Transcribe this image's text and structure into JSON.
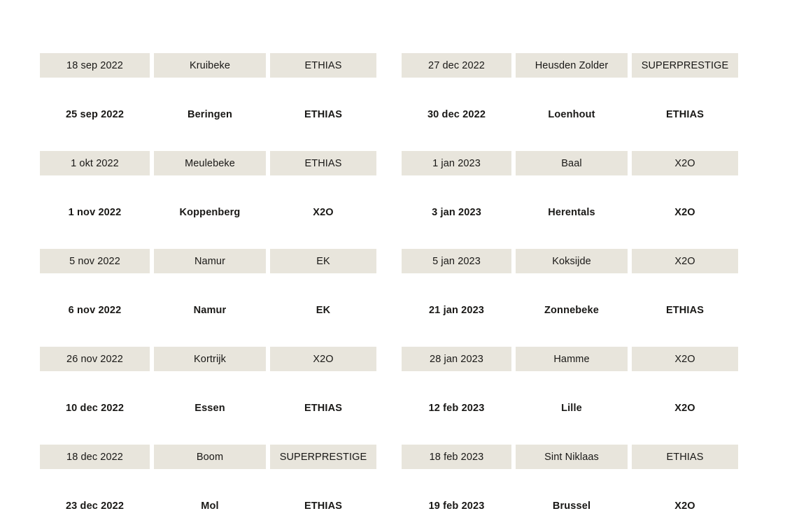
{
  "page": {
    "background_color": "#ffffff",
    "band_color": "#e8e5dc",
    "text_color": "#191816"
  },
  "columns": [
    "date",
    "location",
    "competition"
  ],
  "tables": [
    {
      "id": "left",
      "rows": [
        {
          "style": "shaded",
          "date": "18 sep 2022",
          "location": "Kruibeke",
          "competition": "ETHIAS"
        },
        {
          "style": "plain",
          "date": "25 sep 2022",
          "location": "Beringen",
          "competition": "ETHIAS"
        },
        {
          "style": "shaded",
          "date": "1 okt 2022",
          "location": "Meulebeke",
          "competition": "ETHIAS"
        },
        {
          "style": "plain",
          "date": "1 nov 2022",
          "location": "Koppenberg",
          "competition": "X2O"
        },
        {
          "style": "shaded",
          "date": "5 nov 2022",
          "location": "Namur",
          "competition": "EK"
        },
        {
          "style": "plain",
          "date": "6 nov 2022",
          "location": "Namur",
          "competition": "EK"
        },
        {
          "style": "shaded",
          "date": "26 nov 2022",
          "location": "Kortrijk",
          "competition": "X2O"
        },
        {
          "style": "plain",
          "date": "10 dec 2022",
          "location": "Essen",
          "competition": "ETHIAS"
        },
        {
          "style": "shaded",
          "date": "18 dec 2022",
          "location": "Boom",
          "competition": "SUPERPRESTIGE"
        },
        {
          "style": "plain",
          "date": "23 dec 2022",
          "location": "Mol",
          "competition": "ETHIAS"
        }
      ]
    },
    {
      "id": "right",
      "rows": [
        {
          "style": "shaded",
          "date": "27 dec 2022",
          "location": "Heusden Zolder",
          "competition": "SUPERPRESTIGE"
        },
        {
          "style": "plain",
          "date": "30 dec 2022",
          "location": "Loenhout",
          "competition": "ETHIAS"
        },
        {
          "style": "shaded",
          "date": "1 jan 2023",
          "location": "Baal",
          "competition": "X2O"
        },
        {
          "style": "plain",
          "date": "3 jan 2023",
          "location": "Herentals",
          "competition": "X2O"
        },
        {
          "style": "shaded",
          "date": "5 jan 2023",
          "location": "Koksijde",
          "competition": "X2O"
        },
        {
          "style": "plain",
          "date": "21 jan 2023",
          "location": "Zonnebeke",
          "competition": "ETHIAS"
        },
        {
          "style": "shaded",
          "date": "28 jan 2023",
          "location": "Hamme",
          "competition": "X2O"
        },
        {
          "style": "plain",
          "date": "12 feb 2023",
          "location": "Lille",
          "competition": "X2O"
        },
        {
          "style": "shaded",
          "date": "18 feb 2023",
          "location": "Sint Niklaas",
          "competition": "ETHIAS"
        },
        {
          "style": "plain",
          "date": "19 feb 2023",
          "location": "Brussel",
          "competition": "X2O"
        }
      ]
    }
  ]
}
